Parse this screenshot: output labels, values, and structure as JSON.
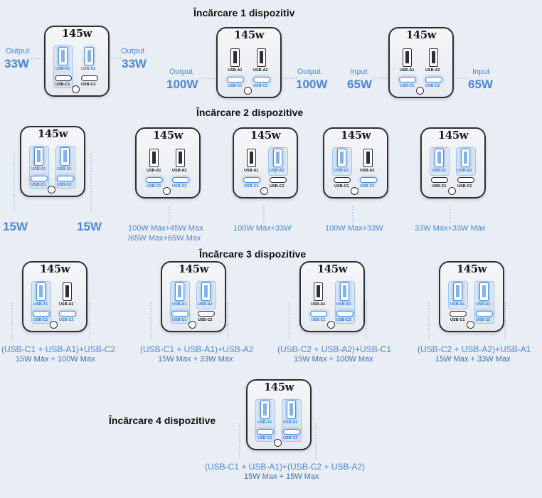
{
  "titles": {
    "one": "Încărcare 1 dispozitiv",
    "two": "Încărcare 2 dispozitive",
    "three": "Încărcare 3 dispozitive",
    "four": "Încărcare 4 dispozitive"
  },
  "charger": {
    "watt": "145w",
    "ports": {
      "a1": "USB-A1",
      "a2": "USB-A2",
      "c1": "USB-C1",
      "c2": "USB-C2"
    }
  },
  "one_device": [
    {
      "left_title": "Output",
      "left_value": "33W",
      "right_title": "Output",
      "right_value": "33W"
    },
    {
      "left_title": "Output",
      "left_value": "100W",
      "right_title": "Output",
      "right_value": "100W"
    },
    {
      "left_title": "Input",
      "left_value": "65W",
      "right_title": "Input",
      "right_value": "65W"
    }
  ],
  "two_devices": [
    {
      "left": "15W",
      "right": "15W"
    },
    {
      "line1": "100W Max+45W Max",
      "line2": "/65W Max+65W Max"
    },
    {
      "line1": "100W Max+33W"
    },
    {
      "line1": "100W Max+33W"
    },
    {
      "line1": "33W Max+33W Max"
    }
  ],
  "three_devices": [
    {
      "line1": "(USB-C1 + USB-A1)+USB-C2",
      "line2": "15W Max + 100W Max"
    },
    {
      "line1": "(USB-C1 + USB-A1)+USB-A2",
      "line2": "15W Max + 33W Max"
    },
    {
      "line1": "(USB-C2 + USB-A2)+USB-C1",
      "line2": "15W Max + 100W Max"
    },
    {
      "line1": "(USB-C2 + USB-A2)+USB-A1",
      "line2": "15W Max + 33W Max"
    }
  ],
  "four_devices": {
    "line1": "(USB-C1 + USB-A1)+(USB-C2 + USB-A2)",
    "line2": "15W Max + 15W Max"
  },
  "colors": {
    "accent": "#4c86d9",
    "background": "#e9eef5",
    "outline": "#2b2f36"
  }
}
